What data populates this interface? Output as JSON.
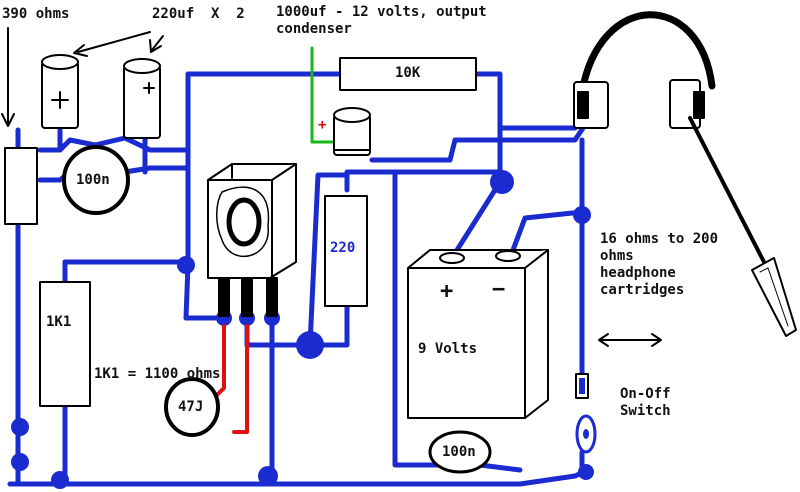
{
  "labels": {
    "r390": "390 ohms",
    "caps220": "220uf  X  2",
    "cap1000": "1000uf - 12 volts, output\ncondenser",
    "r10k": "10K",
    "cap100n_top": "100n",
    "r220": "220",
    "r1k1": "1K1",
    "r1k1_note": "1K1 = 1100 ohms",
    "cap47j": "47J",
    "battery_plus": "+",
    "battery_minus": "−",
    "battery_label": "9 Volts",
    "cap100n_bottom": "100n",
    "headphones_note": "16 ohms to 200\nohms\nheadphone\ncartridges",
    "switch_label": "On-Off\nSwitch",
    "cap_plus_sign": "+",
    "arrow_double": "↔"
  },
  "colors": {
    "wire": "#1a2bd0",
    "red_wire": "#e01010",
    "green_wire": "#18b818",
    "outline": "#000000",
    "text": "#111111"
  },
  "icons": {
    "headphones": "headphones-icon",
    "jack": "audio-jack-icon",
    "chip": "amplifier-chip-icon",
    "battery": "battery-icon",
    "switch": "switch-icon"
  }
}
